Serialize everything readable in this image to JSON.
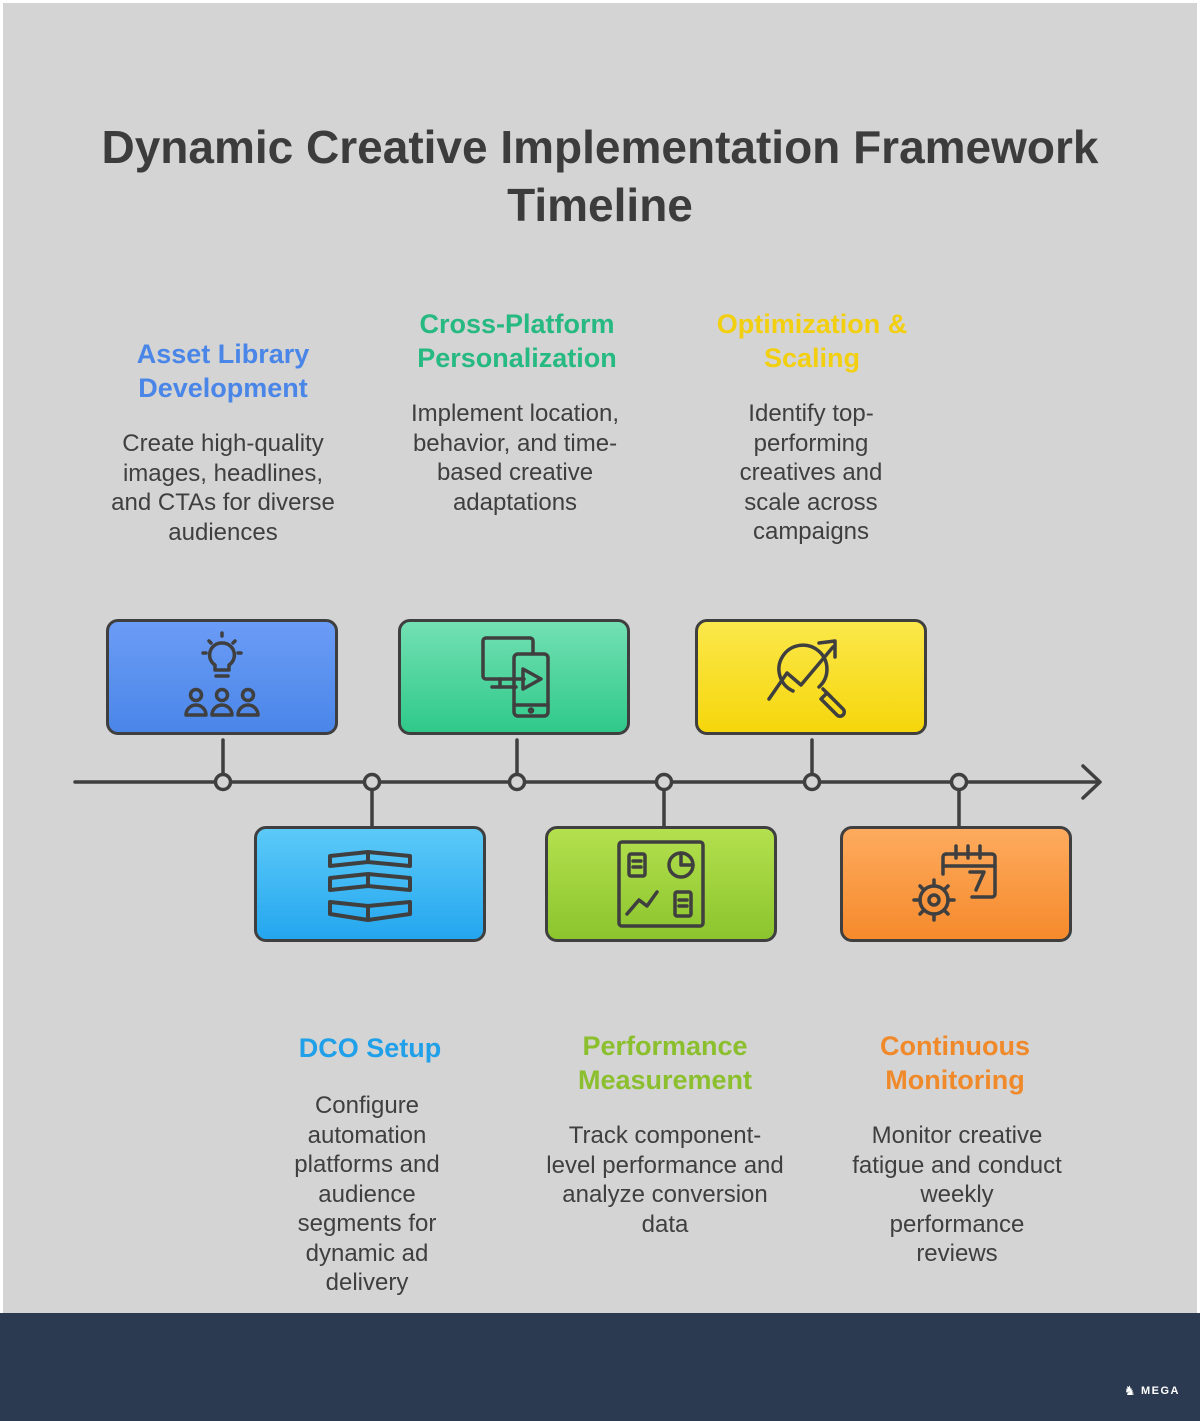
{
  "title": "Dynamic Creative Implementation Framework Timeline",
  "colors": {
    "background": "#d4d4d4",
    "footer": "#2c3a51",
    "line": "#3f3f3f"
  },
  "steps": [
    {
      "label": "Asset Library Development",
      "description": "Create high-quality images, headlines, and CTAs for diverse audiences",
      "color": "#4a86e8",
      "icon": "lightbulb-audience-icon",
      "position": "above"
    },
    {
      "label": "DCO Setup",
      "description": "Configure automation platforms and audience segments for dynamic ad delivery",
      "color": "#1fa0e8",
      "icon": "stacked-layers-icon",
      "position": "below"
    },
    {
      "label": "Cross-Platform Personalization",
      "description": "Implement location, behavior, and time-based creative adaptations",
      "color": "#26b981",
      "icon": "multi-device-icon",
      "position": "above"
    },
    {
      "label": "Performance Measurement",
      "description": "Track component-level performance and analyze conversion data",
      "color": "#8bbf2e",
      "icon": "dashboard-icon",
      "position": "below"
    },
    {
      "label": "Optimization & Scaling",
      "description": "Identify top-performing creatives and scale across campaigns",
      "color": "#f2cf0f",
      "icon": "trend-magnifier-icon",
      "position": "above"
    },
    {
      "label": "Continuous Monitoring",
      "description": "Monitor creative fatigue and conduct weekly performance reviews",
      "color": "#f0892a",
      "icon": "calendar-gear-icon",
      "position": "below"
    }
  ],
  "footer": {
    "brand": "MEGA",
    "brand_icon": "horse-logo-icon"
  }
}
